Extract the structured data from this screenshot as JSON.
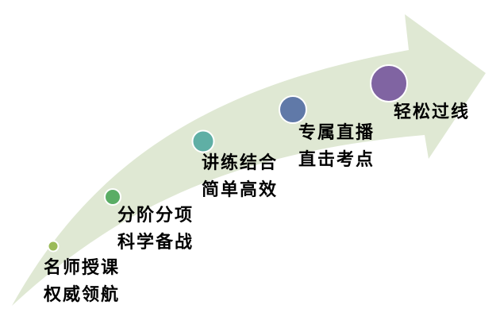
{
  "diagram": {
    "type": "curved-progress-arrow",
    "arrow_color": "#dfe8d3",
    "stages": [
      {
        "line1": "名师授课",
        "line2": "权威领航",
        "dot_color": "#9bbb59"
      },
      {
        "line1": "分阶分项",
        "line2": "科学备战",
        "dot_color": "#5aad65"
      },
      {
        "line1": "讲练结合",
        "line2": "简单高效",
        "dot_color": "#5fafa5"
      },
      {
        "line1": "专属直播",
        "line2": "直击考点",
        "dot_color": "#6079a8"
      },
      {
        "line1": "轻松过线",
        "line2": "",
        "dot_color": "#8064a2"
      }
    ]
  }
}
